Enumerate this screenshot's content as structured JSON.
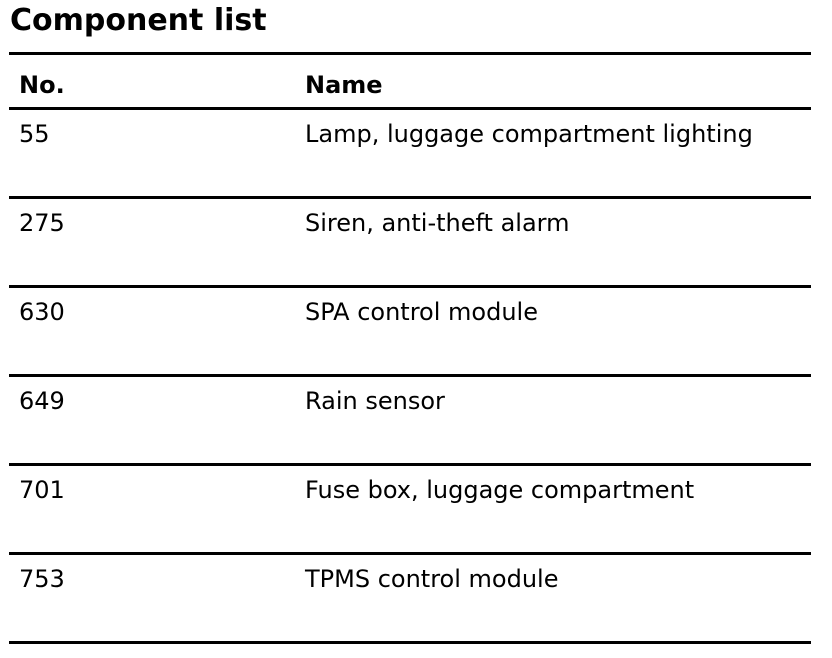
{
  "document": {
    "title": "Component list",
    "headers": {
      "no": "No.",
      "name": "Name"
    },
    "rows": [
      {
        "no": "55",
        "name": "Lamp, luggage compartment lighting"
      },
      {
        "no": "275",
        "name": "Siren, anti-theft alarm"
      },
      {
        "no": "630",
        "name": "SPA control module"
      },
      {
        "no": "649",
        "name": "Rain sensor"
      },
      {
        "no": "701",
        "name": "Fuse box, luggage compartment"
      },
      {
        "no": "753",
        "name": "TPMS control module"
      }
    ]
  }
}
